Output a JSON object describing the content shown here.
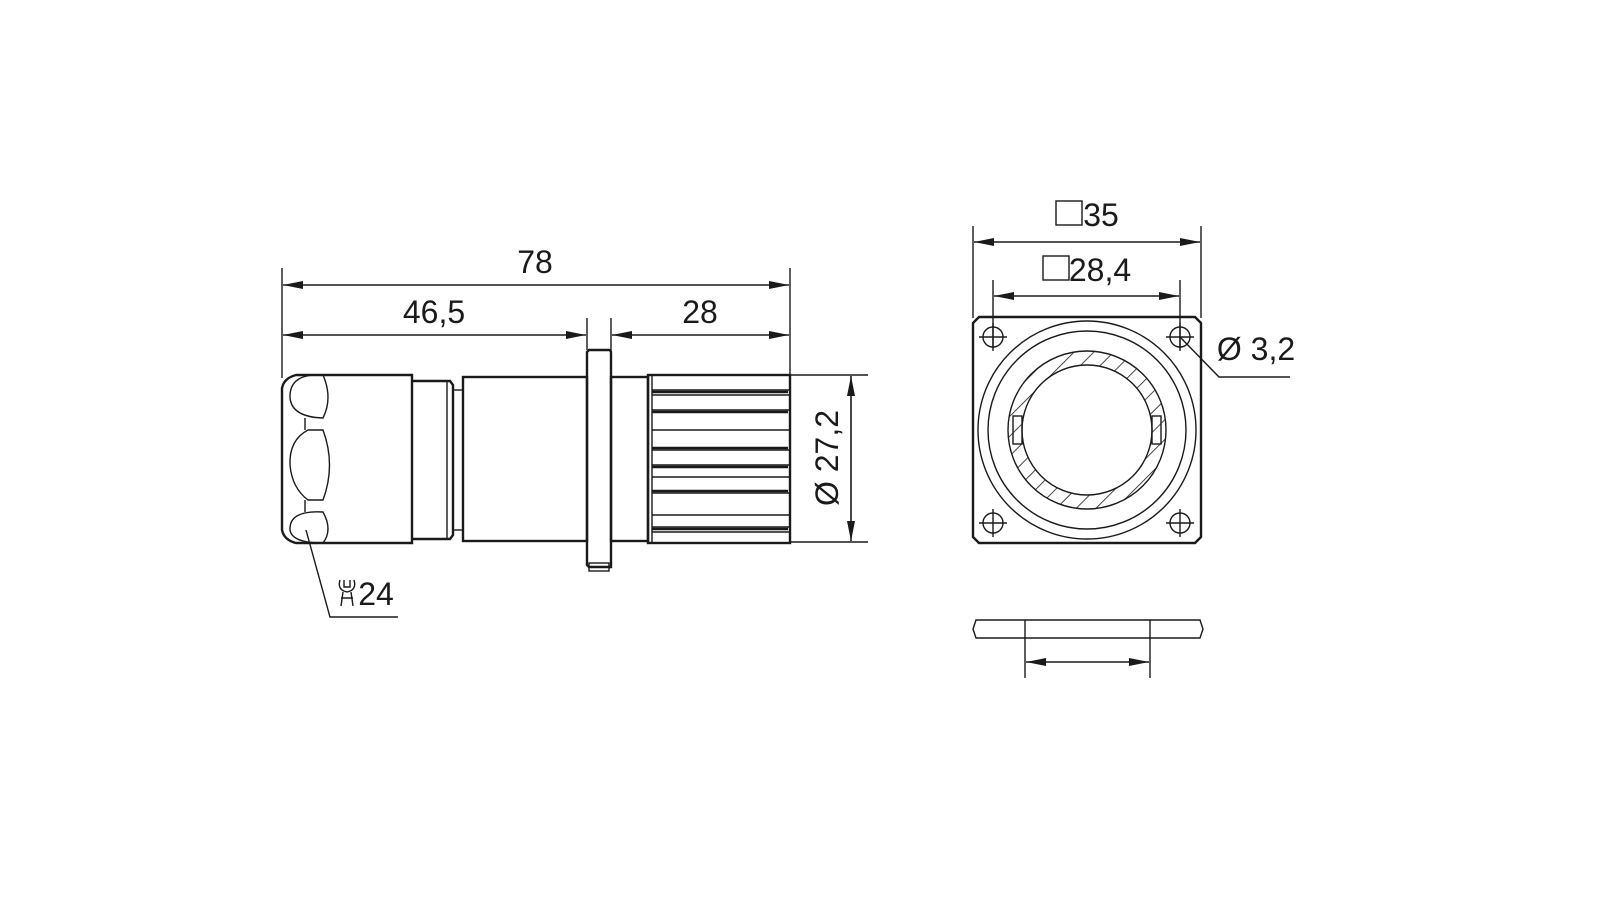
{
  "drawing": {
    "side_view": {
      "overall_length": "78",
      "length_to_flange": "46,5",
      "length_after_flange": "28",
      "diameter": "Ø 27,2",
      "wrench_size": "24",
      "wrench_icon": "wrench-icon"
    },
    "front_view": {
      "outer_square": "35",
      "hole_spacing_square": "28,4",
      "hole_diameter": "Ø 3,2",
      "square_icon": "square-symbol-icon"
    }
  },
  "colors": {
    "line": "#1a1a1a",
    "background": "#ffffff"
  }
}
